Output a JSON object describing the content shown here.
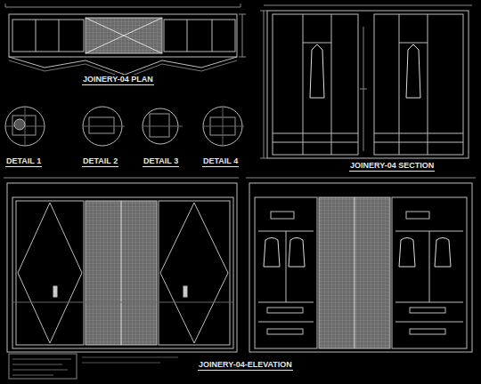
{
  "diagram": {
    "labels": [
      "JOINERY-04 PLAN",
      "DETAIL 1",
      "DETAIL 2",
      "DETAIL 3",
      "DETAIL 4",
      "JOINERY-04 SECTION",
      "JOINERY-04-ELEVATION"
    ]
  }
}
